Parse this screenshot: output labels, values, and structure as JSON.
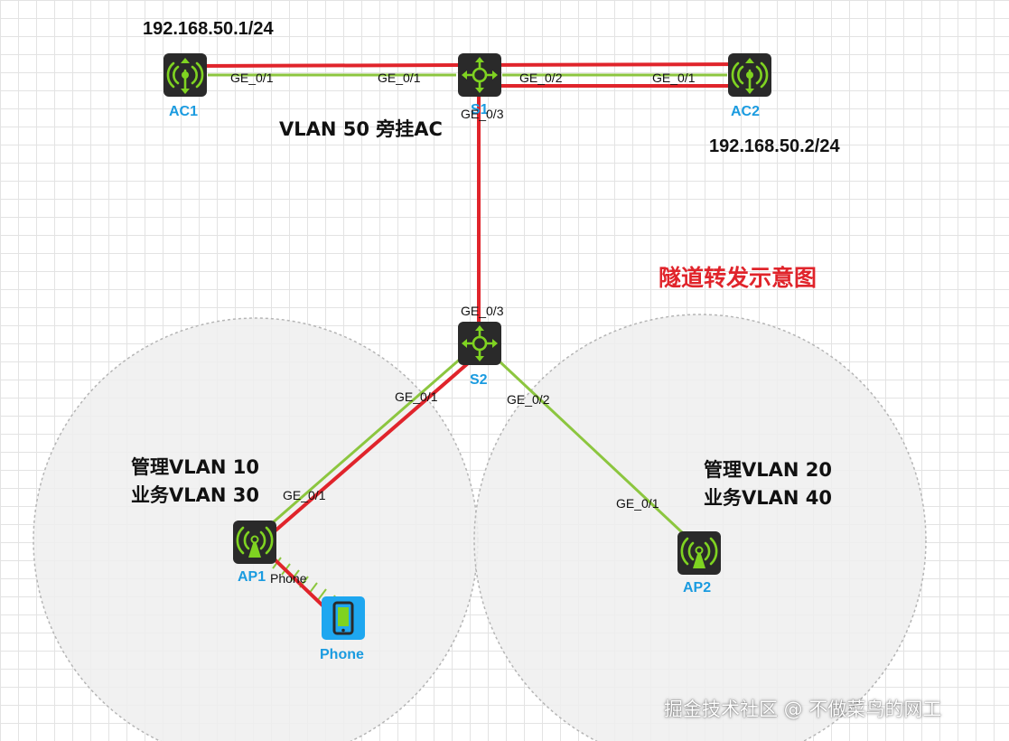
{
  "diagram": {
    "title": "隧道转发示意图",
    "note_vlan50": "VLAN 50 旁挂AC",
    "ac1_ip": "192.168.50.1/24",
    "ac2_ip": "192.168.50.2/24",
    "ap1_vlans": {
      "mgmt": "管理VLAN 10",
      "service": "业务VLAN 30"
    },
    "ap2_vlans": {
      "mgmt": "管理VLAN 20",
      "service": "业务VLAN 40"
    },
    "devices": {
      "ac1": "AC1",
      "ac2": "AC2",
      "s1": "S1",
      "s2": "S2",
      "ap1": "AP1",
      "ap2": "AP2",
      "phone": "Phone"
    },
    "ports": {
      "ac1_ge01": "GE_0/1",
      "s1_ge01": "GE_0/1",
      "s1_ge02": "GE_0/2",
      "ac2_ge01": "GE_0/1",
      "s1_ge03": "GE_0/3",
      "s2_ge03": "GE_0/3",
      "s2_ge01": "GE_0/1",
      "s2_ge02": "GE_0/2",
      "ap1_ge01": "GE_0/1",
      "ap2_ge01": "GE_0/1",
      "wireless_link": "Phone"
    },
    "watermark": "掘金技术社区 @ 不做菜鸟的网工",
    "colors": {
      "tunnel_arrow": "#e0242b",
      "wired_link": "#8cc63f",
      "device_label": "#1a9be0",
      "device_body": "#2a2a2a",
      "device_glyph": "#7fd321",
      "phone_body": "#1ea7f0",
      "coverage_fill": "#efefef"
    }
  }
}
